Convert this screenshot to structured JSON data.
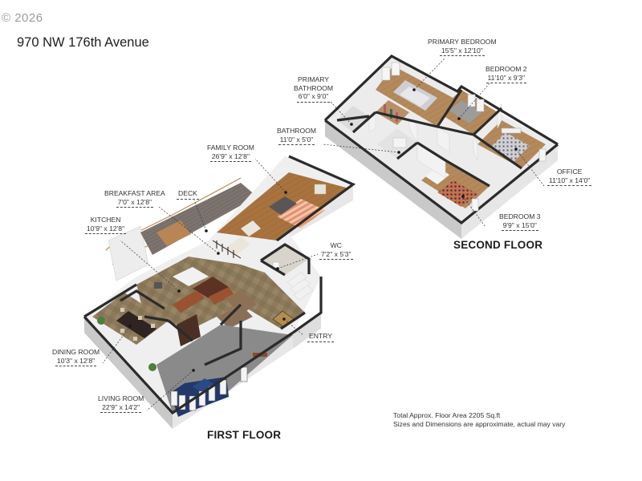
{
  "header": {
    "copyright": "© 2026",
    "address": "970 NW 176th Avenue"
  },
  "floors": {
    "first": {
      "title": "FIRST FLOOR",
      "rooms": {
        "family_room": {
          "name": "FAMILY ROOM",
          "dims": "26'9\" x 12'8\""
        },
        "breakfast_area": {
          "name": "BREAKFAST AREA",
          "dims": "7'0\" x 12'8\""
        },
        "deck": {
          "name": "DECK"
        },
        "kitchen": {
          "name": "KITCHEN",
          "dims": "10'9\" x 12'8\""
        },
        "wc": {
          "name": "WC",
          "dims": "7'2\" x 5'3\""
        },
        "entry": {
          "name": "ENTRY"
        },
        "dining_room": {
          "name": "DINING ROOM",
          "dims": "10'3\" x 12'8\""
        },
        "living_room": {
          "name": "LIVING ROOM",
          "dims": "22'9\" x 14'2\""
        }
      }
    },
    "second": {
      "title": "SECOND FLOOR",
      "rooms": {
        "primary_bedroom": {
          "name": "PRIMARY BEDROOM",
          "dims": "15'5\" x 12'10\""
        },
        "primary_bathroom": {
          "name_line1": "PRIMARY",
          "name_line2": "BATHROOM",
          "dims": "6'0\" x 9'0\""
        },
        "bedroom_2": {
          "name": "BEDROOM 2",
          "dims": "11'10\" x 9'3\""
        },
        "bathroom": {
          "name": "BATHROOM",
          "dims": "11'0\" x 5'0\""
        },
        "office": {
          "name": "OFFICE",
          "dims": "11'10\" x 14'0\""
        },
        "bedroom_3": {
          "name": "BEDROOM 3",
          "dims": "9'9\" x 15'0\""
        }
      }
    }
  },
  "footer": {
    "total_area": "Total Approx. Floor Area 2205 Sq.ft",
    "disclaimer": "Sizes and Dimensions are approximate, actual may vary"
  },
  "colors": {
    "wall_top": "#2b2b2b",
    "wall_side": "#d8d8d8",
    "wood_floor": "#a9743f",
    "tile_floor": "#8f7d5e",
    "carpet_gray": "#8a8a8a",
    "sofa_navy": "#22386b",
    "rug_orange": "#d9785a"
  }
}
